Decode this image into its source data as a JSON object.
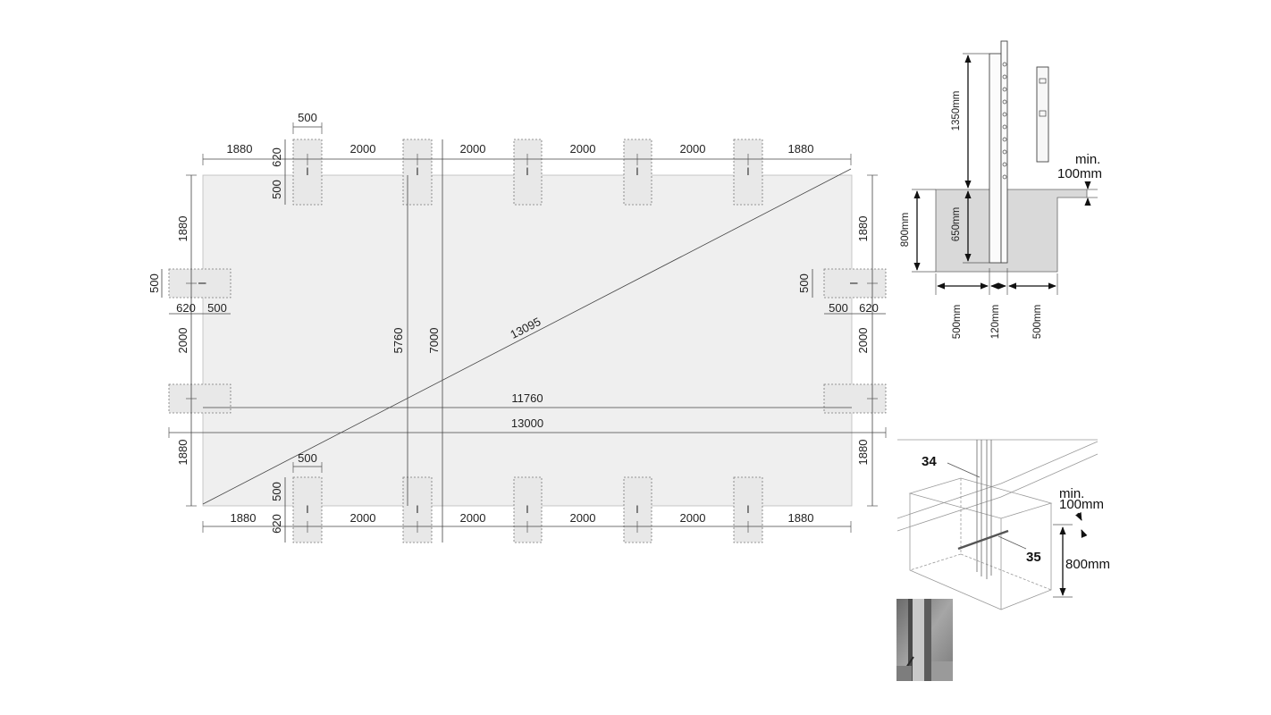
{
  "plan": {
    "top_spacings": [
      "1880",
      "2000",
      "2000",
      "2000",
      "2000",
      "1880"
    ],
    "bottom_spacings": [
      "1880",
      "2000",
      "2000",
      "2000",
      "2000",
      "1880"
    ],
    "left_spacings": [
      "1880",
      "2000",
      "1880"
    ],
    "right_spacings": [
      "1880",
      "2000",
      "1880"
    ],
    "footing_width": "500",
    "footing_offset": "620",
    "diagonal": "13095",
    "inner_width": "11760",
    "outer_width": "13000",
    "inner_depth": "5760",
    "outer_depth": "7000",
    "post_marker": "I"
  },
  "section_detail": {
    "post_above_ground": "1350mm",
    "min_cover_line1": "min.",
    "min_cover_line2": "100mm",
    "footing_depth": "800mm",
    "post_embed": "650mm",
    "left_width": "500mm",
    "post_width": "120mm",
    "right_width": "500mm"
  },
  "iso_detail": {
    "callout_post": "34",
    "callout_rod": "35",
    "min_cover_line1": "min.",
    "min_cover_line2": "100mm",
    "footing_depth": "800mm"
  },
  "photo": {
    "description_icon": "post-photo"
  }
}
